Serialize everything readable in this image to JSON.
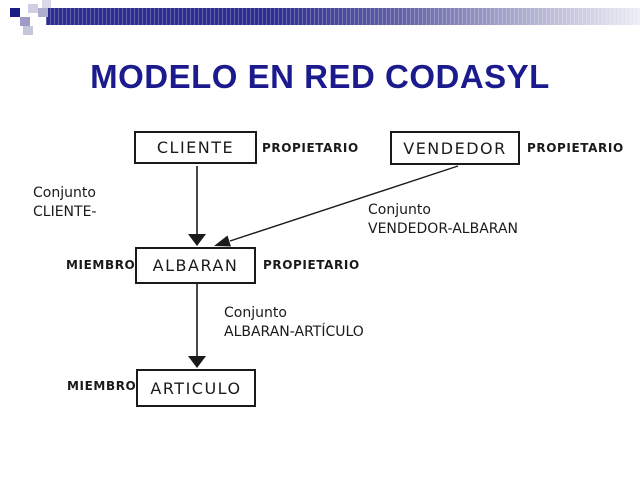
{
  "slide": {
    "title": "MODELO EN RED CODASYL"
  },
  "diagram": {
    "entities": {
      "cliente": "CLIENTE",
      "vendedor": "VENDEDOR",
      "albaran": "ALBARAN",
      "articulo": "ARTICULO"
    },
    "roles": {
      "cliente_owner": "PROPIETARIO",
      "vendedor_owner": "PROPIETARIO",
      "albaran_owner": "PROPIETARIO",
      "albaran_member": "MIEMBRO",
      "articulo_member": "MIEMBRO"
    },
    "sets": {
      "cliente_albaran": {
        "line1": "Conjunto",
        "line2": "CLIENTE-"
      },
      "vendedor_albaran": {
        "line1": "Conjunto",
        "line2": "VENDEDOR-ALBARAN"
      },
      "albaran_articulo": {
        "line1": "Conjunto",
        "line2": "ALBARAN-ARTÍCULO"
      }
    }
  },
  "colors": {
    "title": "#1b1b8e",
    "diagram_ink": "#1a1a1a",
    "bar_dark": "#2d2d91",
    "bar_light": "#ededf6",
    "accent_square": "#1c1c85"
  }
}
